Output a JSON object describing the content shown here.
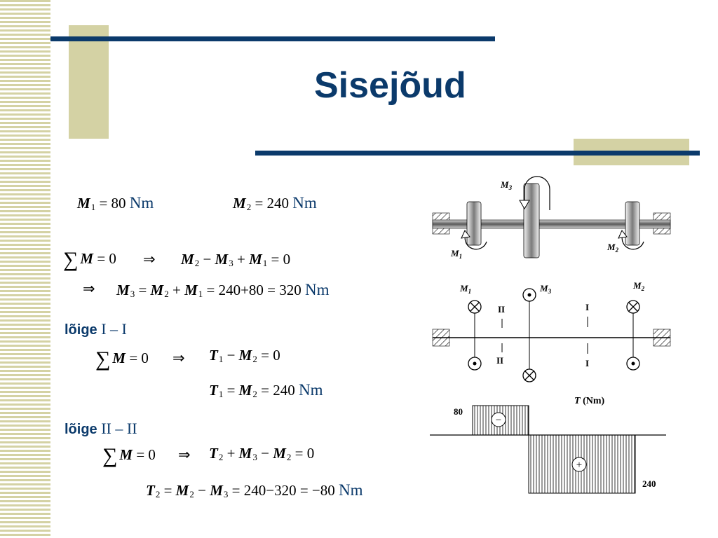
{
  "title": "Sisejõud",
  "units": {
    "nm": "Nm"
  },
  "labels": {
    "section1_word": "lõige",
    "section1_roman": "I – I",
    "section2_word": "lõige",
    "section2_roman": "II – II"
  },
  "equations": {
    "m1_lhs": "M",
    "m1_sub": "1",
    "m1_rhs": "= 80",
    "m2_lhs": "M",
    "m2_sub": "2",
    "m2_rhs": "= 240",
    "sum": "∑",
    "sum_m": "M",
    "eq_zero": "= 0",
    "implies": "⇒",
    "line1": {
      "a": "M",
      "a_sub": "2",
      "op1": "−",
      "b": "M",
      "b_sub": "3",
      "op2": "+",
      "c": "M",
      "c_sub": "1",
      "rhs": "= 0"
    },
    "line2": {
      "a": "M",
      "a_sub": "3",
      "op1": "=",
      "b": "M",
      "b_sub": "2",
      "op2": "+",
      "c": "M",
      "c_sub": "1",
      "rhs": "= 240+80 = 320"
    },
    "line3": {
      "a": "T",
      "a_sub": "1",
      "op1": "−",
      "b": "M",
      "b_sub": "2",
      "rhs": "= 0"
    },
    "line4": {
      "a": "T",
      "a_sub": "1",
      "op1": "=",
      "b": "M",
      "b_sub": "2",
      "rhs": "= 240"
    },
    "line5": {
      "a": "T",
      "a_sub": "2",
      "op1": "+",
      "b": "M",
      "b_sub": "3",
      "op2": "−",
      "c": "M",
      "c_sub": "2",
      "rhs": "= 0"
    },
    "line6": {
      "a": "T",
      "a_sub": "2",
      "op1": "=",
      "b": "M",
      "b_sub": "2",
      "op2": "−",
      "c": "M",
      "c_sub": "3",
      "rhs": "= 240−320 = −80"
    }
  },
  "diagram": {
    "m_letter": "M",
    "s1": "1",
    "s2": "2",
    "s3": "3",
    "sec_ii": "II",
    "sec_i": "I",
    "t_axis": "T",
    "t_unit": "(Nm)",
    "val_80": "80",
    "val_240": "240",
    "minus": "−",
    "plus": "+"
  },
  "colors": {
    "accent": "#0b3a6b",
    "stripe": "#d4d2a4"
  }
}
